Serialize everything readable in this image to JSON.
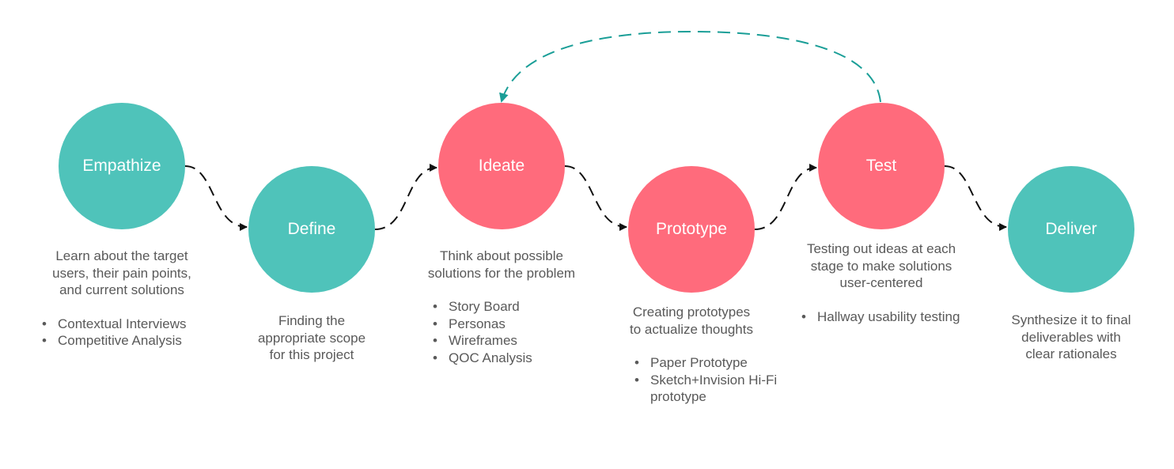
{
  "colors": {
    "teal": "#4FC3BA",
    "coral": "#FF6B7C",
    "text": "#595959",
    "arrow": "#111111",
    "loop_arrow": "#1A9E97"
  },
  "stages": [
    {
      "id": "empathize",
      "label": "Empathize",
      "color": "teal",
      "description": [
        "Learn about the target",
        "users, their pain points,",
        "and current solutions"
      ],
      "methods": [
        "Contextual Interviews",
        "Competitive Analysis"
      ]
    },
    {
      "id": "define",
      "label": "Define",
      "color": "teal",
      "description": [
        "Finding the",
        "appropriate scope",
        "for this project"
      ],
      "methods": []
    },
    {
      "id": "ideate",
      "label": "Ideate",
      "color": "coral",
      "description": [
        "Think about possible",
        "solutions for the problem"
      ],
      "methods": [
        "Story Board",
        "Personas",
        "Wireframes",
        "QOC Analysis"
      ]
    },
    {
      "id": "prototype",
      "label": "Prototype",
      "color": "coral",
      "description": [
        "Creating prototypes",
        "to actualize thoughts"
      ],
      "methods": [
        "Paper Prototype",
        "Sketch+Invision Hi-Fi prototype"
      ]
    },
    {
      "id": "test",
      "label": "Test",
      "color": "coral",
      "description": [
        "Testing out ideas at each",
        "stage to make solutions",
        "user-centered"
      ],
      "methods": [
        "Hallway usability testing"
      ]
    },
    {
      "id": "deliver",
      "label": "Deliver",
      "color": "teal",
      "description": [
        "Synthesize it to final",
        "deliverables with",
        "clear rationales"
      ],
      "methods": []
    }
  ]
}
